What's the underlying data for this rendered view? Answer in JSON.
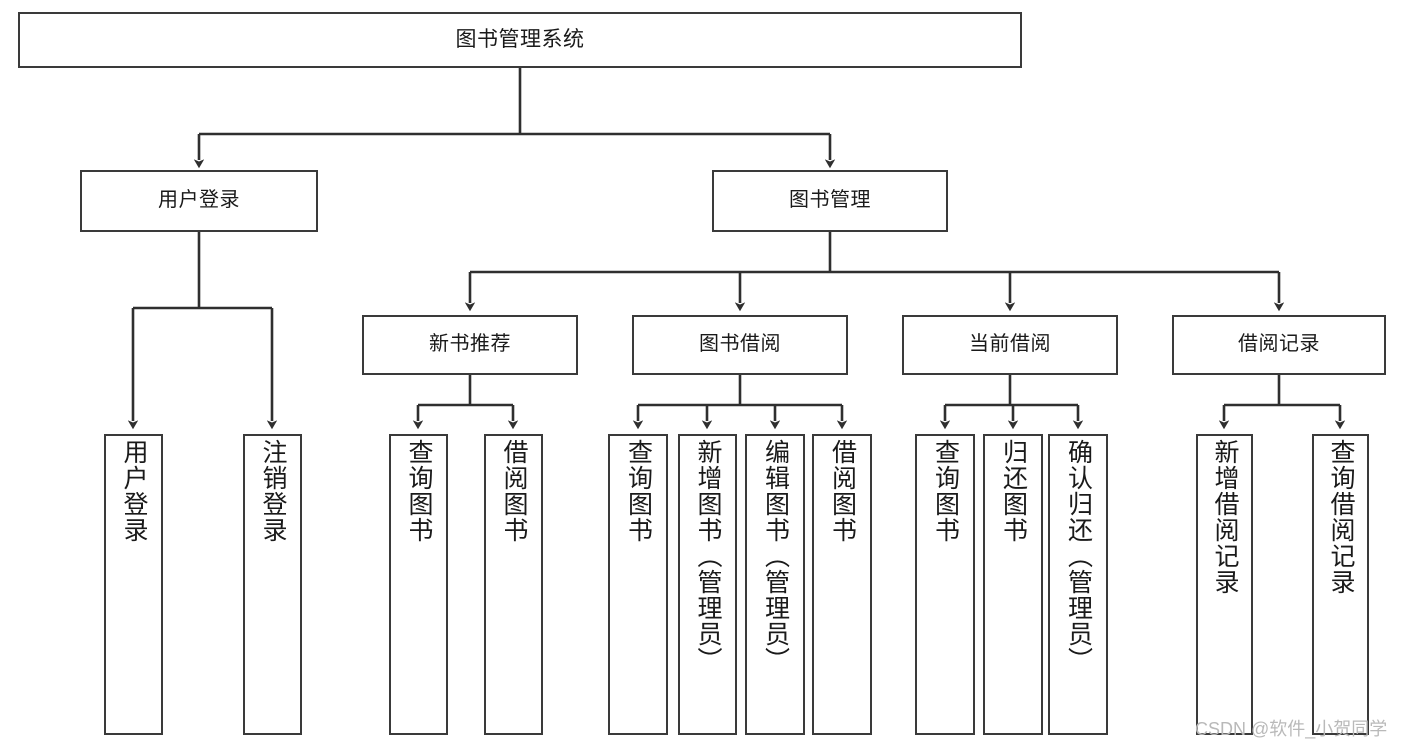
{
  "diagram": {
    "title": "图书管理系统",
    "type": "tree-hierarchy",
    "watermark": "CSDN @软件_小贺同学",
    "colors": {
      "node_border": "#3a3a3a",
      "node_fill": "#ffffff",
      "edge": "#2f2f2f",
      "text": "#1a1a1a",
      "background": "#ffffff",
      "watermark": "#b9b9b9"
    }
  },
  "nodes": {
    "root": {
      "label": "图书管理系统"
    },
    "level2": [
      {
        "id": "user-login",
        "label": "用户登录"
      },
      {
        "id": "book-manage",
        "label": "图书管理"
      }
    ],
    "level3": [
      {
        "id": "new-book-recommend",
        "label": "新书推荐"
      },
      {
        "id": "book-borrow",
        "label": "图书借阅"
      },
      {
        "id": "current-borrow",
        "label": "当前借阅"
      },
      {
        "id": "borrow-record",
        "label": "借阅记录"
      }
    ],
    "leaves": {
      "user_login": [
        {
          "id": "leaf-user-login",
          "label": "用户登录"
        },
        {
          "id": "leaf-logout-login",
          "label": "注销登录"
        }
      ],
      "new_book_recommend": [
        {
          "id": "leaf-query-book-1",
          "label": "查询图书"
        },
        {
          "id": "leaf-borrow-book-1",
          "label": "借阅图书"
        }
      ],
      "book_borrow": [
        {
          "id": "leaf-query-book-2",
          "label": "查询图书"
        },
        {
          "id": "leaf-add-book",
          "label": "新增图书（管理员）"
        },
        {
          "id": "leaf-edit-book",
          "label": "编辑图书（管理员）"
        },
        {
          "id": "leaf-borrow-book-2",
          "label": "借阅图书"
        }
      ],
      "current_borrow": [
        {
          "id": "leaf-query-book-3",
          "label": "查询图书"
        },
        {
          "id": "leaf-return-book",
          "label": "归还图书"
        },
        {
          "id": "leaf-confirm-return",
          "label": "确认归还（管理员）"
        }
      ],
      "borrow_record": [
        {
          "id": "leaf-add-record",
          "label": "新增借阅记录"
        },
        {
          "id": "leaf-query-record",
          "label": "查询借阅记录"
        }
      ]
    }
  }
}
